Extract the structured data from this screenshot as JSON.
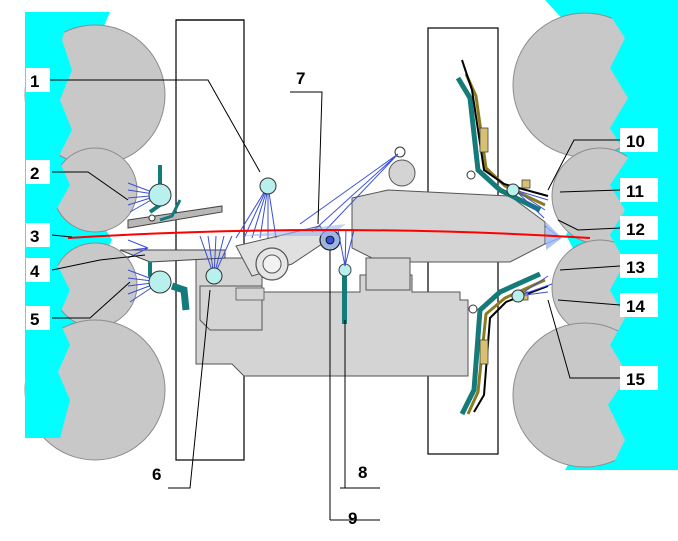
{
  "callouts": [
    {
      "id": "c1",
      "label": "1"
    },
    {
      "id": "c2",
      "label": "2"
    },
    {
      "id": "c3",
      "label": "3"
    },
    {
      "id": "c4",
      "label": "4"
    },
    {
      "id": "c5",
      "label": "5"
    },
    {
      "id": "c6",
      "label": "6"
    },
    {
      "id": "c7",
      "label": "7"
    },
    {
      "id": "c8",
      "label": "8"
    },
    {
      "id": "c9",
      "label": "9"
    },
    {
      "id": "c10",
      "label": "10"
    },
    {
      "id": "c11",
      "label": "11"
    },
    {
      "id": "c12",
      "label": "12"
    },
    {
      "id": "c13",
      "label": "13"
    },
    {
      "id": "c14",
      "label": "14"
    },
    {
      "id": "c15",
      "label": "15"
    }
  ],
  "colors": {
    "fabric_line": "#ff0000",
    "spray_fan": "#3a4fd8",
    "roll_cyan": "#00ffff",
    "roll_gray": "#c8c8c8",
    "frame_gray": "#d4d4d4",
    "pipe_teal": "#157a7a",
    "pipe_olive": "#8a7a20",
    "nozzle_ball": "#b8f0ee"
  }
}
